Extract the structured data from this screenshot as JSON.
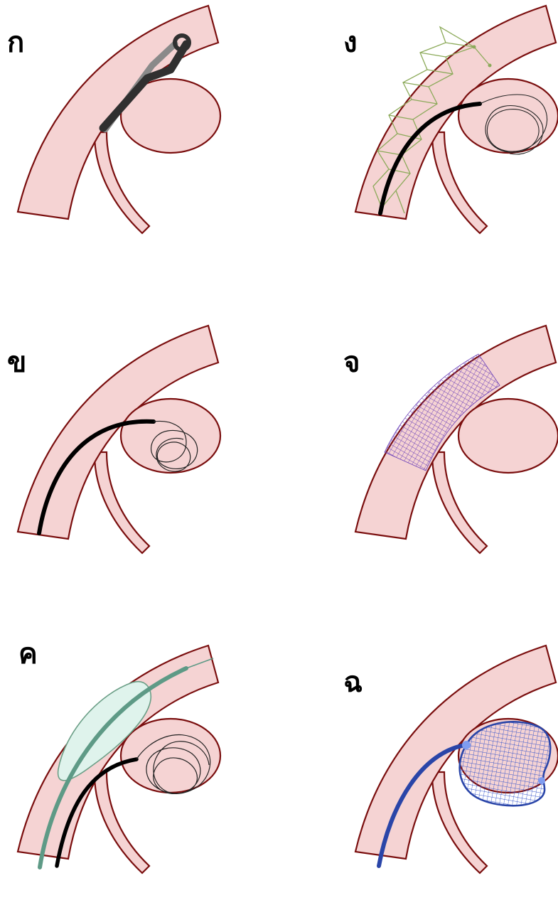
{
  "panels": [
    {
      "label": "ก",
      "device": "clip"
    },
    {
      "label": "ข",
      "device": "coil"
    },
    {
      "label": "ค",
      "device": "balloon-assisted-coiling"
    },
    {
      "label": "ง",
      "device": "stent-assisted-coiling"
    },
    {
      "label": "จ",
      "device": "flow-diverter"
    },
    {
      "label": "ฉ",
      "device": "intrasaccular-device"
    }
  ],
  "colors": {
    "vessel_fill": "#f5d3d3",
    "vessel_stroke": "#7a0e0e",
    "clip": "#303030",
    "clip_light": "#8a8a8a",
    "catheter": "#000000",
    "stent": "#8caa5a",
    "flow_diverter": "#6a3fb8",
    "balloon_fill": "#dff3ec",
    "balloon_stroke": "#6a9e86",
    "balloon_wire": "#5e9a86",
    "intrasaccular": "#2a45a8",
    "intrasaccular_mesh": "#3553c9"
  }
}
